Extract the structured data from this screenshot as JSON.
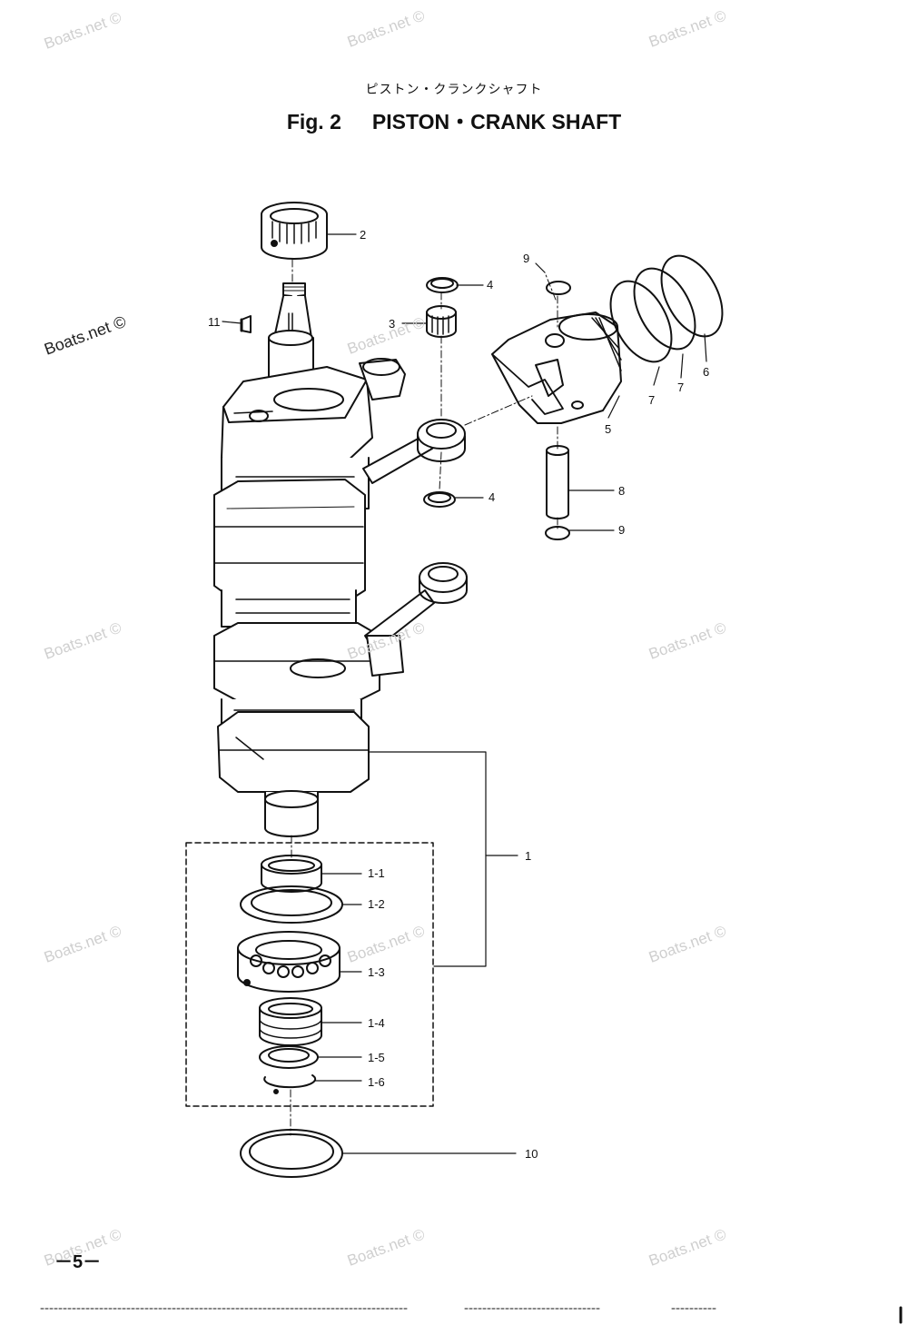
{
  "title": {
    "japanese": "ピストン・クランクシャフト",
    "figure": "Fig. 2",
    "english": "PISTON・CRANK SHAFT"
  },
  "watermark": "Boats.net ©",
  "page_number": "－5－",
  "callouts": {
    "c1": "1",
    "c1_1": "1-1",
    "c1_2": "1-2",
    "c1_3": "1-3",
    "c1_4": "1-4",
    "c1_5": "1-5",
    "c1_6": "1-6",
    "c2": "2",
    "c3": "3",
    "c4a": "4",
    "c4b": "4",
    "c5": "5",
    "c6": "6",
    "c7a": "7",
    "c7b": "7",
    "c8": "8",
    "c9a": "9",
    "c9b": "9",
    "c10": "10",
    "c11": "11"
  }
}
